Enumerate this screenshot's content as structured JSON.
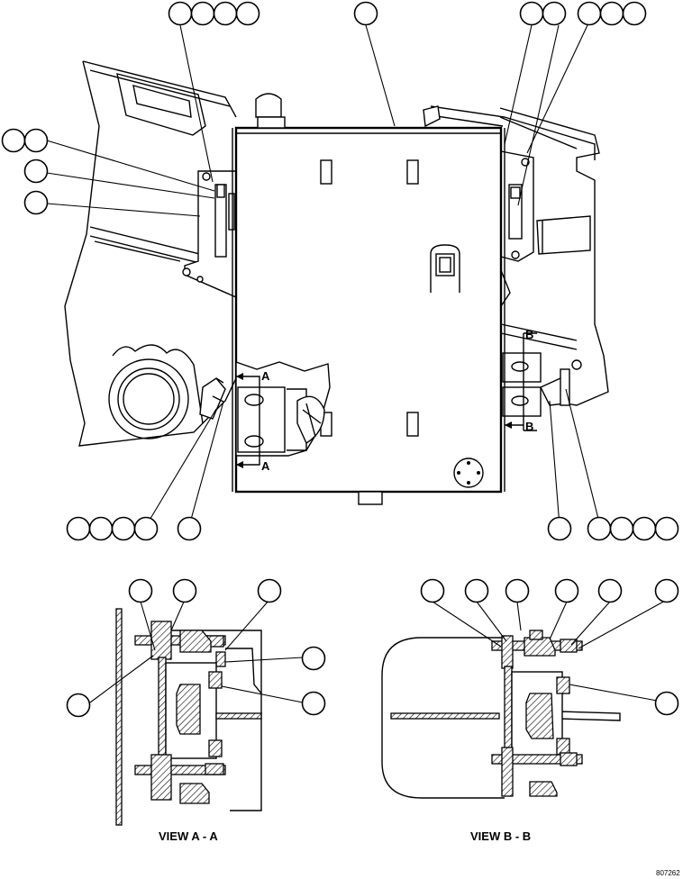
{
  "section_labels": {
    "a_top": "A",
    "a_bottom": "A",
    "b_top": "B",
    "b_bottom": "B"
  },
  "view_titles": {
    "view_a": "VIEW A - A",
    "view_b": "VIEW B - B"
  },
  "drawing_number": "807262"
}
